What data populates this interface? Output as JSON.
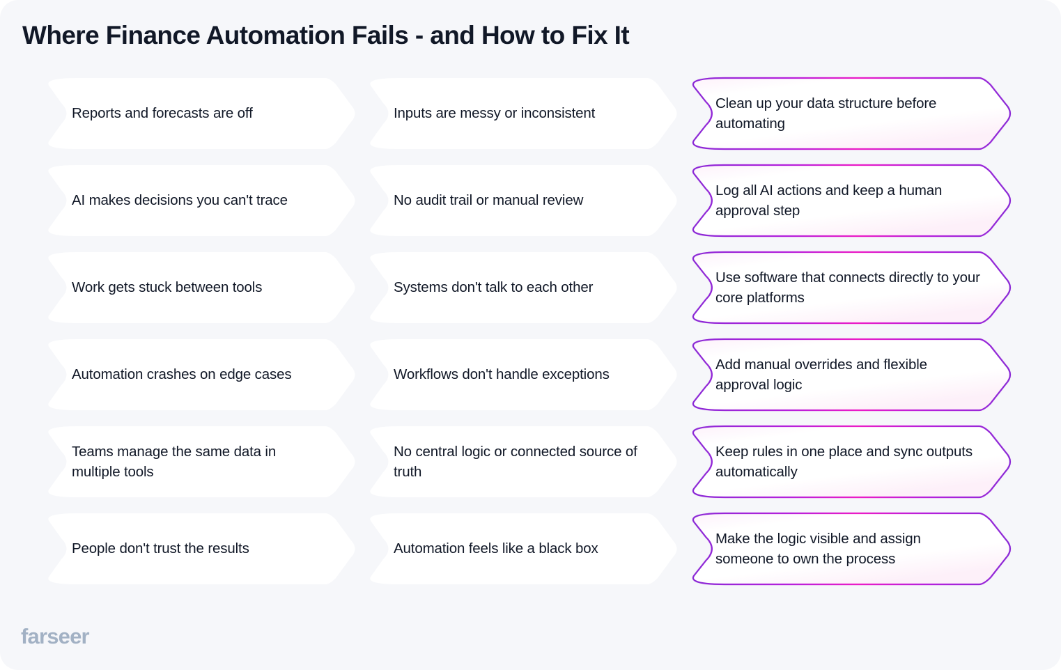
{
  "page": {
    "title": "Where Finance Automation Fails - and How to Fix It",
    "logo": "farseer",
    "background_color": "#f6f7fa",
    "title_color": "#111827",
    "logo_color": "#a2b1c4"
  },
  "colors": {
    "card_fill_plain": "#ffffff",
    "card_fill_fix": "#fdfbfe",
    "outline_purple": "#8b2ad6",
    "outline_pink": "#ec1cc6",
    "text": "#111827"
  },
  "columns": [
    {
      "key": "problem",
      "style": "plain-white-chevron"
    },
    {
      "key": "cause",
      "style": "plain-white-chevron"
    },
    {
      "key": "fix",
      "style": "gradient-outline-chevron"
    }
  ],
  "rows": [
    {
      "problem": "Reports and forecasts are off",
      "cause": "Inputs are messy or inconsistent",
      "fix": "Clean up your data structure before automating"
    },
    {
      "problem": "AI makes decisions you can't trace",
      "cause": "No audit trail or manual review",
      "fix": "Log all AI actions and keep a human approval step"
    },
    {
      "problem": "Work gets stuck between tools",
      "cause": "Systems don't talk to each other",
      "fix": "Use software that connects directly to your core platforms"
    },
    {
      "problem": "Automation crashes on edge cases",
      "cause": "Workflows don't handle exceptions",
      "fix": "Add manual overrides and flexible approval logic"
    },
    {
      "problem": "Teams manage the same data in multiple tools",
      "cause": "No central logic or connected source of truth",
      "fix": "Keep rules in one place and sync outputs automatically"
    },
    {
      "problem": "People don't trust the results",
      "cause": "Automation feels like a black box",
      "fix": "Make the logic visible and assign someone to own the process"
    }
  ]
}
